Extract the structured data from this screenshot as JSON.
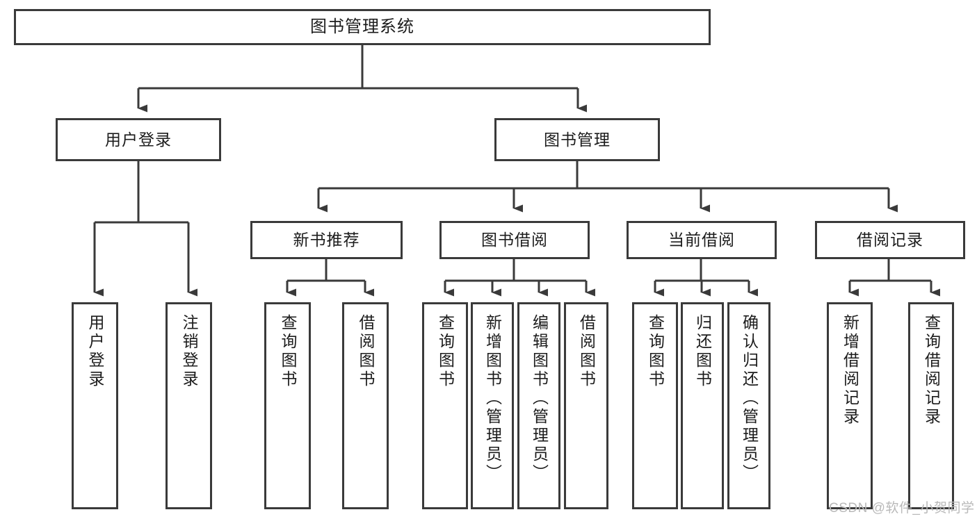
{
  "diagram": {
    "title": "图书管理系统",
    "type": "tree",
    "style": {
      "box_border": "#3a3a3a",
      "box_fill": "#ffffff",
      "line": "#3a3a3a",
      "text": "#1c1c1c",
      "background": "#ffffff"
    },
    "nodes": {
      "root": {
        "label": "图书管理系统",
        "level": 1
      },
      "l2": [
        {
          "label": "用户登录",
          "level": 2
        },
        {
          "label": "图书管理",
          "level": 2
        }
      ],
      "l3": [
        {
          "label": "新书推荐",
          "level": 3
        },
        {
          "label": "图书借阅",
          "level": 3
        },
        {
          "label": "当前借阅",
          "level": 3
        },
        {
          "label": "借阅记录",
          "level": 3
        }
      ],
      "leaves": {
        "user_login": [
          {
            "label": "用户登录"
          },
          {
            "label": "注销登录"
          }
        ],
        "new_book": [
          {
            "label": "查询图书"
          },
          {
            "label": "借阅图书"
          }
        ],
        "book_borrow": [
          {
            "label": "查询图书"
          },
          {
            "label": "新增图书（管理员）"
          },
          {
            "label": "编辑图书（管理员）"
          },
          {
            "label": "借阅图书"
          }
        ],
        "current_borrow": [
          {
            "label": "查询图书"
          },
          {
            "label": "归还图书"
          },
          {
            "label": "确认归还（管理员）"
          }
        ],
        "borrow_record": [
          {
            "label": "新增借阅记录"
          },
          {
            "label": "查询借阅记录"
          }
        ]
      }
    },
    "watermark": "CSDN @软件_小贺同学"
  }
}
